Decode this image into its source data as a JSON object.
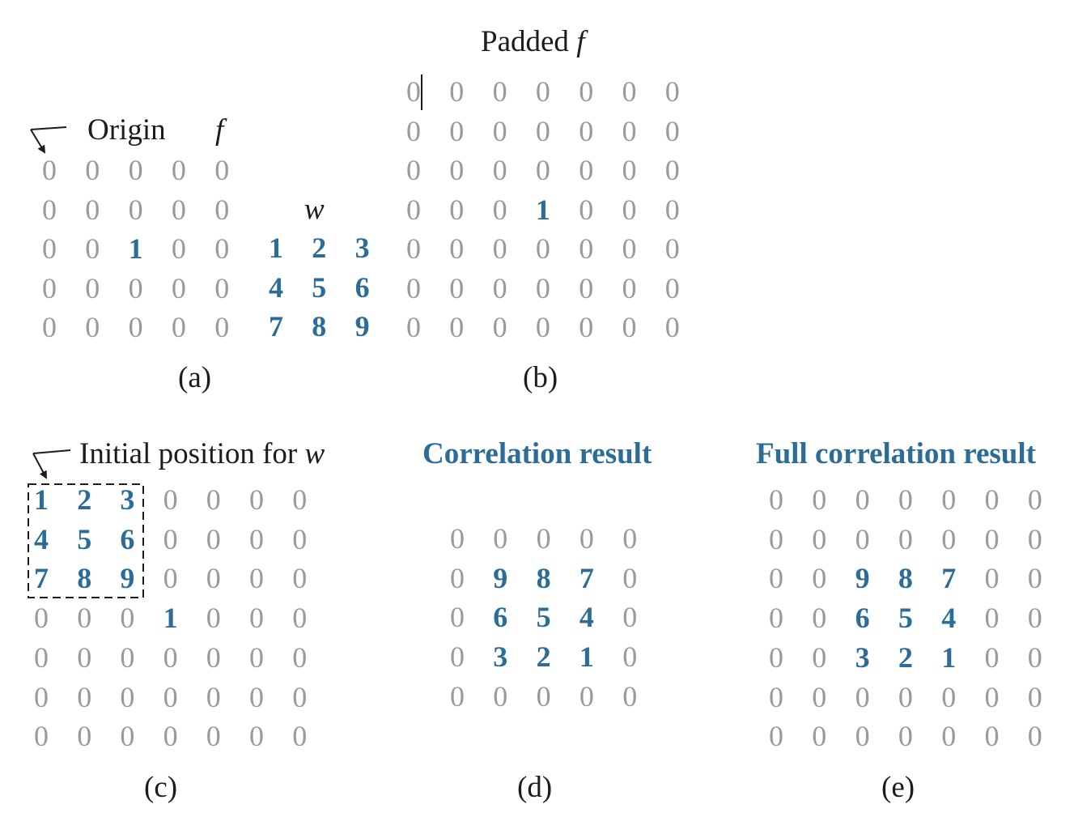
{
  "panel_a": {
    "origin_label": "Origin",
    "f_label": "f",
    "w_label": "w",
    "caption": "(a)",
    "f_matrix": [
      [
        "0",
        "0",
        "0",
        "0",
        "0"
      ],
      [
        "0",
        "0",
        "0",
        "0",
        "0"
      ],
      [
        "0",
        "0",
        "1",
        "0",
        "0"
      ],
      [
        "0",
        "0",
        "0",
        "0",
        "0"
      ],
      [
        "0",
        "0",
        "0",
        "0",
        "0"
      ]
    ],
    "w_matrix": [
      [
        "1",
        "2",
        "3"
      ],
      [
        "4",
        "5",
        "6"
      ],
      [
        "7",
        "8",
        "9"
      ]
    ]
  },
  "panel_b": {
    "title_text": "Padded ",
    "title_f": "f",
    "caption": "(b)",
    "matrix": [
      [
        "0",
        "0",
        "0",
        "0",
        "0",
        "0",
        "0"
      ],
      [
        "0",
        "0",
        "0",
        "0",
        "0",
        "0",
        "0"
      ],
      [
        "0",
        "0",
        "0",
        "0",
        "0",
        "0",
        "0"
      ],
      [
        "0",
        "0",
        "0",
        "1",
        "0",
        "0",
        "0"
      ],
      [
        "0",
        "0",
        "0",
        "0",
        "0",
        "0",
        "0"
      ],
      [
        "0",
        "0",
        "0",
        "0",
        "0",
        "0",
        "0"
      ],
      [
        "0",
        "0",
        "0",
        "0",
        "0",
        "0",
        "0"
      ]
    ]
  },
  "panel_c": {
    "label_text": "Initial position for ",
    "label_w": "w",
    "caption": "(c)",
    "matrix": [
      [
        "1",
        "2",
        "3",
        "0",
        "0",
        "0",
        "0"
      ],
      [
        "4",
        "5",
        "6",
        "0",
        "0",
        "0",
        "0"
      ],
      [
        "7",
        "8",
        "9",
        "0",
        "0",
        "0",
        "0"
      ],
      [
        "0",
        "0",
        "0",
        "1",
        "0",
        "0",
        "0"
      ],
      [
        "0",
        "0",
        "0",
        "0",
        "0",
        "0",
        "0"
      ],
      [
        "0",
        "0",
        "0",
        "0",
        "0",
        "0",
        "0"
      ],
      [
        "0",
        "0",
        "0",
        "0",
        "0",
        "0",
        "0"
      ]
    ]
  },
  "panel_d": {
    "title": "Correlation result",
    "caption": "(d)",
    "matrix": [
      [
        "0",
        "0",
        "0",
        "0",
        "0"
      ],
      [
        "0",
        "9",
        "8",
        "7",
        "0"
      ],
      [
        "0",
        "6",
        "5",
        "4",
        "0"
      ],
      [
        "0",
        "3",
        "2",
        "1",
        "0"
      ],
      [
        "0",
        "0",
        "0",
        "0",
        "0"
      ]
    ]
  },
  "panel_e": {
    "title": "Full correlation result",
    "caption": "(e)",
    "matrix": [
      [
        "0",
        "0",
        "0",
        "0",
        "0",
        "0",
        "0"
      ],
      [
        "0",
        "0",
        "0",
        "0",
        "0",
        "0",
        "0"
      ],
      [
        "0",
        "0",
        "9",
        "8",
        "7",
        "0",
        "0"
      ],
      [
        "0",
        "0",
        "6",
        "5",
        "4",
        "0",
        "0"
      ],
      [
        "0",
        "0",
        "3",
        "2",
        "1",
        "0",
        "0"
      ],
      [
        "0",
        "0",
        "0",
        "0",
        "0",
        "0",
        "0"
      ],
      [
        "0",
        "0",
        "0",
        "0",
        "0",
        "0",
        "0"
      ]
    ]
  }
}
